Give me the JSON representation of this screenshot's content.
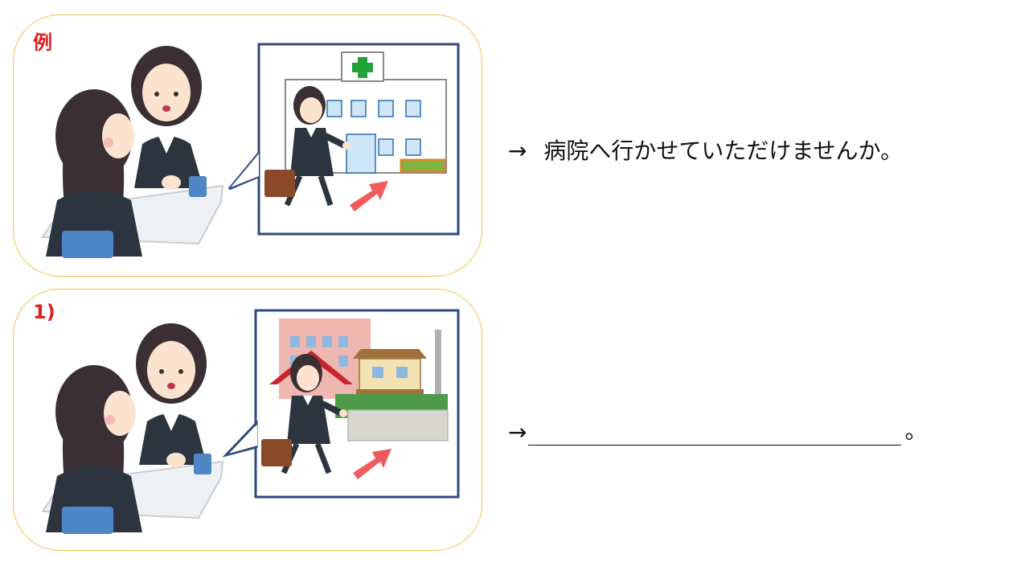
{
  "example": {
    "label": "例",
    "arrow": "→",
    "sentence": "病院へ行かせていただけませんか。"
  },
  "exercise_1": {
    "label": "1)",
    "arrow": "→",
    "period": "。"
  },
  "colors": {
    "panel_border": "#f2c44e",
    "label_red": "#e02020",
    "bubble_border": "#2f4a80",
    "arrow_red": "#f25b5b",
    "hospital_cross": "#22a33a"
  }
}
